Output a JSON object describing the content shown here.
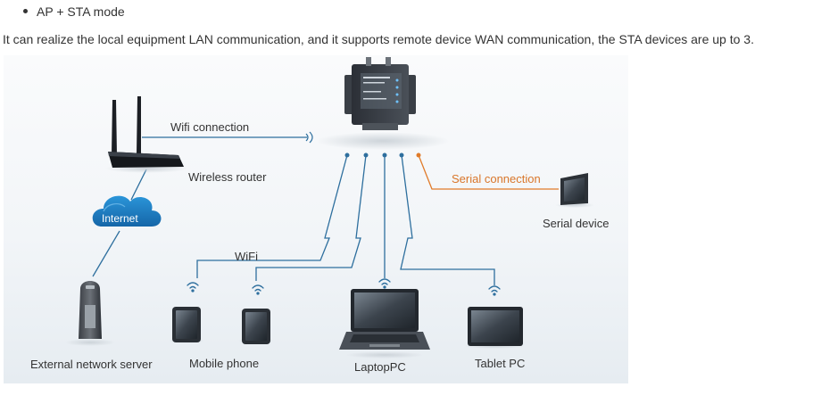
{
  "header": {
    "bullet": "AP + STA  mode",
    "description": "It can realize the local equipment LAN communication, and it supports remote device WAN communication,  the STA devices are up to 3."
  },
  "diagram": {
    "labels": {
      "wifi_connection": "Wifi connection",
      "wireless_router": "Wireless router",
      "internet": "Internet",
      "serial_connection": "Serial connection",
      "serial_device": "Serial device",
      "wifi": "WiFi",
      "external_server": "External network server",
      "mobile_phone": "Mobile phone",
      "laptop_pc": "LaptopPC",
      "tablet_pc": "Tablet PC"
    },
    "colors": {
      "link_blue": "#2e6f9e",
      "serial_orange": "#e07b2a",
      "cloud_blue": "#1f7fc4",
      "label_text": "#333333",
      "serial_text": "#d9762a",
      "background_top": "#f6f8fa",
      "background_bottom": "#e9eef3"
    }
  }
}
